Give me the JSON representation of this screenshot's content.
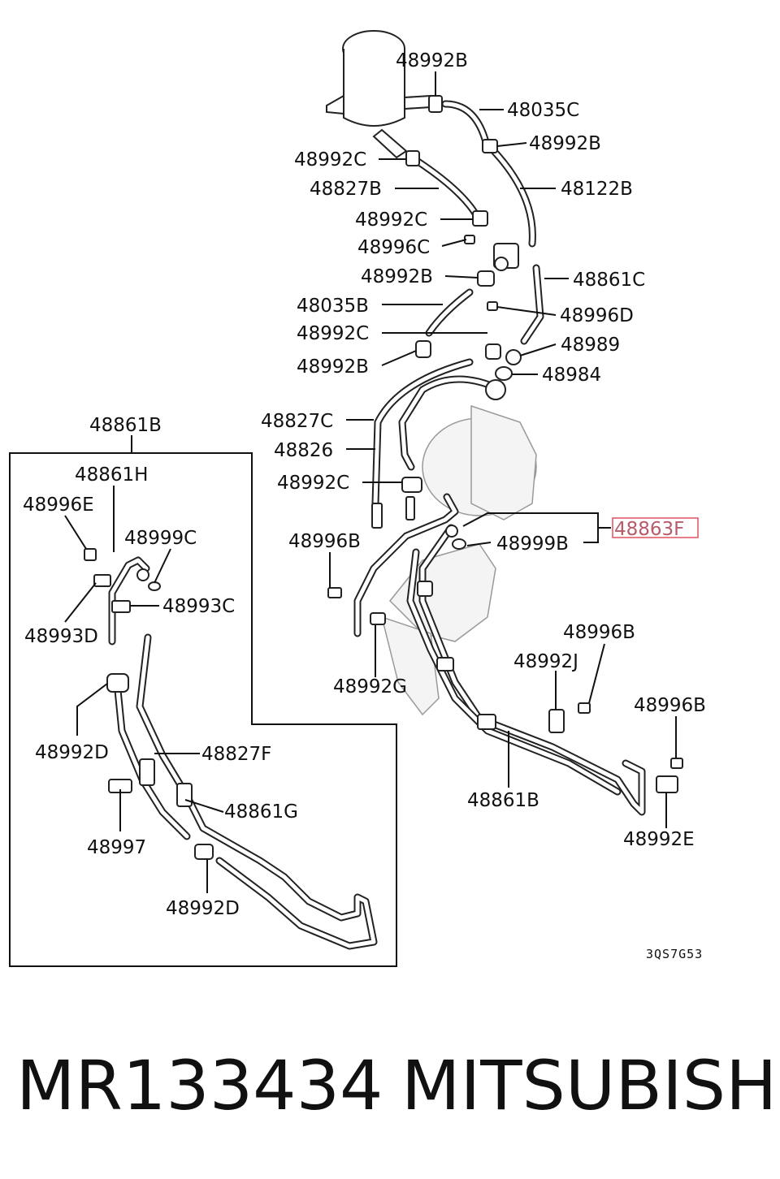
{
  "labels": {
    "p48992B_top": "48992B",
    "p48035C": "48035C",
    "p48992B_2": "48992B",
    "p48992C_1": "48992C",
    "p48122B": "48122B",
    "p48827B": "48827B",
    "p48992C_2": "48992C",
    "p48996C": "48996C",
    "p48992B_3": "48992B",
    "p48861C": "48861C",
    "p48035B": "48035B",
    "p48996D": "48996D",
    "p48992C_3": "48992C",
    "p48989": "48989",
    "p48992B_4": "48992B",
    "p48984": "48984",
    "p48827C": "48827C",
    "p48826": "48826",
    "p48992C_4": "48992C",
    "p48996B_1": "48996B",
    "p48863F": "48863F",
    "p48999B": "48999B",
    "p48992G": "48992G",
    "p48996B_2": "48996B",
    "p48992J": "48992J",
    "p48996B_3": "48996B",
    "p48861B_right": "48861B",
    "p48992E": "48992E",
    "p48861B_box": "48861B",
    "p48861H": "48861H",
    "p48996E": "48996E",
    "p48999C": "48999C",
    "p48993C": "48993C",
    "p48993D": "48993D",
    "p48992D_1": "48992D",
    "p48827F": "48827F",
    "p48861G": "48861G",
    "p48997": "48997",
    "p48992D_2": "48992D"
  },
  "drawing_code": "3QS7G53",
  "footer": {
    "part_number": "MR133434",
    "brand": "MITSUBISHI"
  },
  "colors": {
    "line": "#111111",
    "highlight_box": "#e05060",
    "highlight_text": "#b85a6a",
    "background": "#ffffff"
  }
}
